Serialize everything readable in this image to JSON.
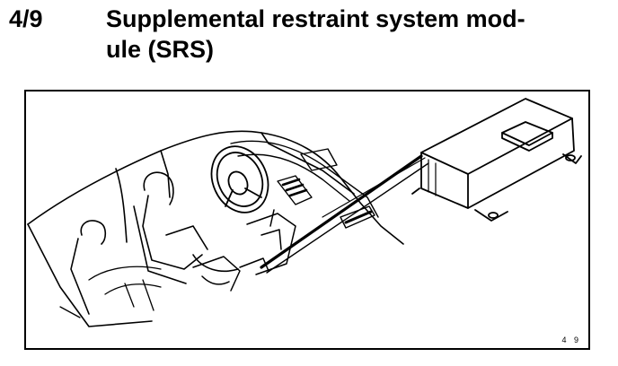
{
  "section": {
    "number": "4/9",
    "title_line_1": "Supplemental restraint system mod-",
    "title_line_2": "ule (SRS)"
  },
  "figure": {
    "reference": "4 9",
    "illustration": "srs-module-location-drawing"
  },
  "colors": {
    "ink": "#000000",
    "paper": "#ffffff"
  }
}
